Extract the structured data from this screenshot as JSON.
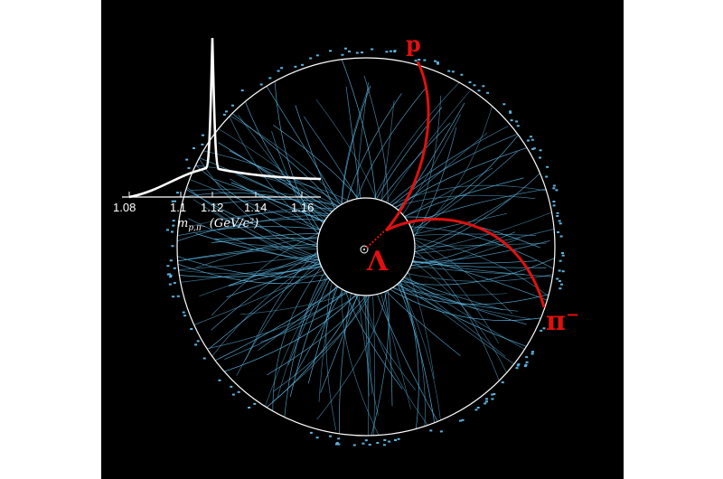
{
  "labels": {
    "proton": "p",
    "lambda": "Λ",
    "pion": "π",
    "pion_charge": "−"
  },
  "inset": {
    "tick_labels": [
      "1.08",
      "1.1",
      "1.12",
      "1.14",
      "1.16"
    ],
    "xlabel_main": "m",
    "xlabel_sub": "p,π⁻",
    "xlabel_unit": "(GeV/c²)"
  },
  "colors": {
    "background": "#000000",
    "tracks": "#5ab4e0",
    "highlight": "#e01010",
    "detector": "#ffffff"
  }
}
